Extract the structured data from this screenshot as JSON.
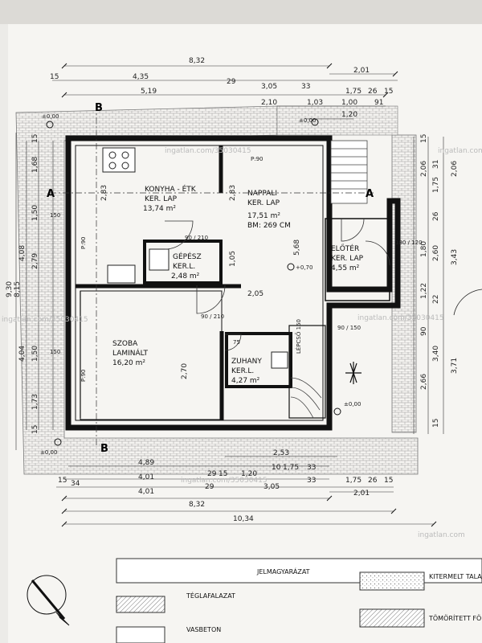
{
  "watermark": {
    "center": "ingatlan.com/35030415",
    "side": "ingatlan.com",
    "brand": "ingatlan.com"
  },
  "dims_top": {
    "overall": "8,32",
    "right_overall": "2,01",
    "row2": [
      "15",
      "4,35",
      "29",
      "3,05",
      "33",
      "1,75",
      "26",
      "15"
    ],
    "row3": [
      "5,19",
      "2,10",
      "1,03",
      "1,00",
      "91"
    ],
    "row4": [
      "1,20"
    ]
  },
  "dims_left": {
    "top": [
      "15",
      "1,68",
      "1,50",
      "2,79",
      "4,08",
      "9,30",
      "8,15",
      "4,04",
      "1,50",
      "1,73",
      "15"
    ]
  },
  "dims_right": {
    "col1": [
      "15",
      "2,06",
      "31",
      "1,75",
      "26",
      "1,80",
      "2,60",
      "22",
      "1,22",
      "90",
      "3,40",
      "2,66",
      "15"
    ],
    "col2": [
      "2,06",
      "3,43",
      "3,71"
    ]
  },
  "dims_bottom": {
    "row1": [
      "2,53",
      "1,20",
      "10",
      "1,75",
      "33"
    ],
    "row2": [
      "4,89",
      "4,01",
      "29",
      "15"
    ],
    "row3": [
      "15",
      "34",
      "4,01",
      "29",
      "3,05",
      "33",
      "1,75",
      "26",
      "15"
    ],
    "overall": "8,32",
    "right": "2,01",
    "total": "10,34"
  },
  "levels": {
    "top_left": "±0,00",
    "bottom_left": "±0,00",
    "right": "±0,00",
    "top_right": "±0,00",
    "living": "+0,70"
  },
  "section_marks": [
    "B",
    "B",
    "A",
    "A"
  ],
  "rooms": {
    "kitchen": {
      "name": "KONYHA - ÉTK",
      "floor": "KER. LAP",
      "area": "13,74 m²"
    },
    "living": {
      "name": "NAPPALI",
      "floor": "KER. LAP",
      "area": "17,51 m²",
      "height": "BM: 269 CM"
    },
    "utility": {
      "name": "GÉPÉSZ",
      "floor": "KER.L.",
      "area": "2,48 m²"
    },
    "hall": {
      "name": "ELŐTÉR",
      "floor": "KER. LAP",
      "area": "4,55 m²"
    },
    "bedroom": {
      "name": "SZOBA",
      "floor": "LAMINÁLT",
      "area": "16,20 m²"
    },
    "shower": {
      "name": "ZUHANY",
      "floor": "KER.L.",
      "area": "4,27 m²"
    }
  },
  "interior_dims": {
    "kitchen_h": "2,83",
    "living_h": "2,83",
    "living_depth": "5,68",
    "door_90_210": "90 / 210",
    "bed_h": "2,70",
    "shower_w": "75",
    "living_bottom": "2,05",
    "utility_h": "1,05",
    "stair_lepcso": "LÉPCSŐ 150",
    "p90": "P:90",
    "ent_180_120": "180 / 120",
    "win_90_150": "90 / 150",
    "win_150": "150"
  },
  "legend": {
    "title": "JELMAGYARÁZAT",
    "items": [
      "TÉGLAFALAZAT",
      "VASBETON",
      "KITERMELT TALAJ",
      "TÖMÖRÍTETT FÖLDFELTÖLTÉS"
    ]
  }
}
